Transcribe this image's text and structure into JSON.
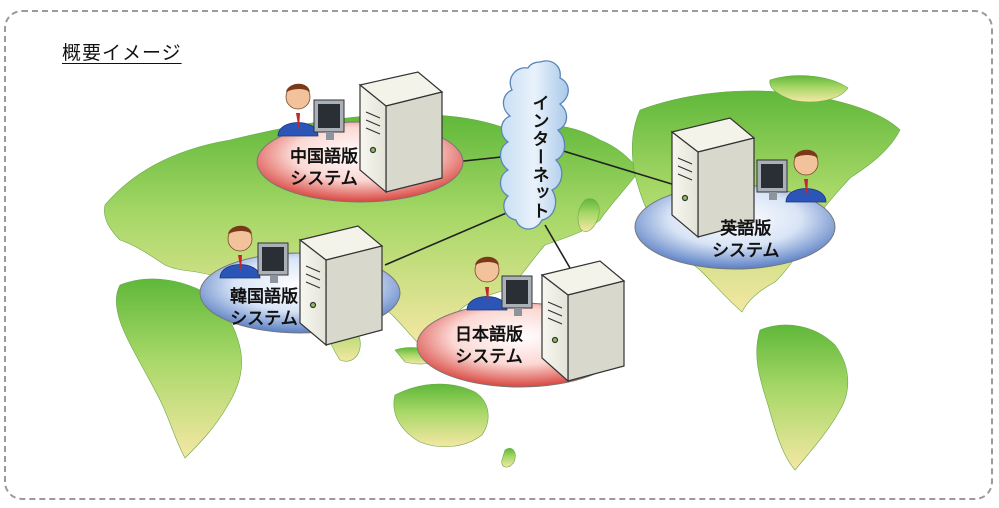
{
  "title": "概要イメージ",
  "internet": "インターネット",
  "nodes": {
    "chinese": {
      "line1": "中国語版",
      "line2": "システム"
    },
    "korean": {
      "line1": "韓国語版",
      "line2": "システム"
    },
    "japanese": {
      "line1": "日本語版",
      "line2": "システム"
    },
    "english": {
      "line1": "英語版",
      "line2": "システム"
    }
  },
  "colors": {
    "red_platform": "#e05a5a",
    "blue_platform": "#6b8fd0",
    "map_green": "#7fc84a",
    "map_yellow": "#f2e08a",
    "cloud": "#9ec6ec"
  }
}
